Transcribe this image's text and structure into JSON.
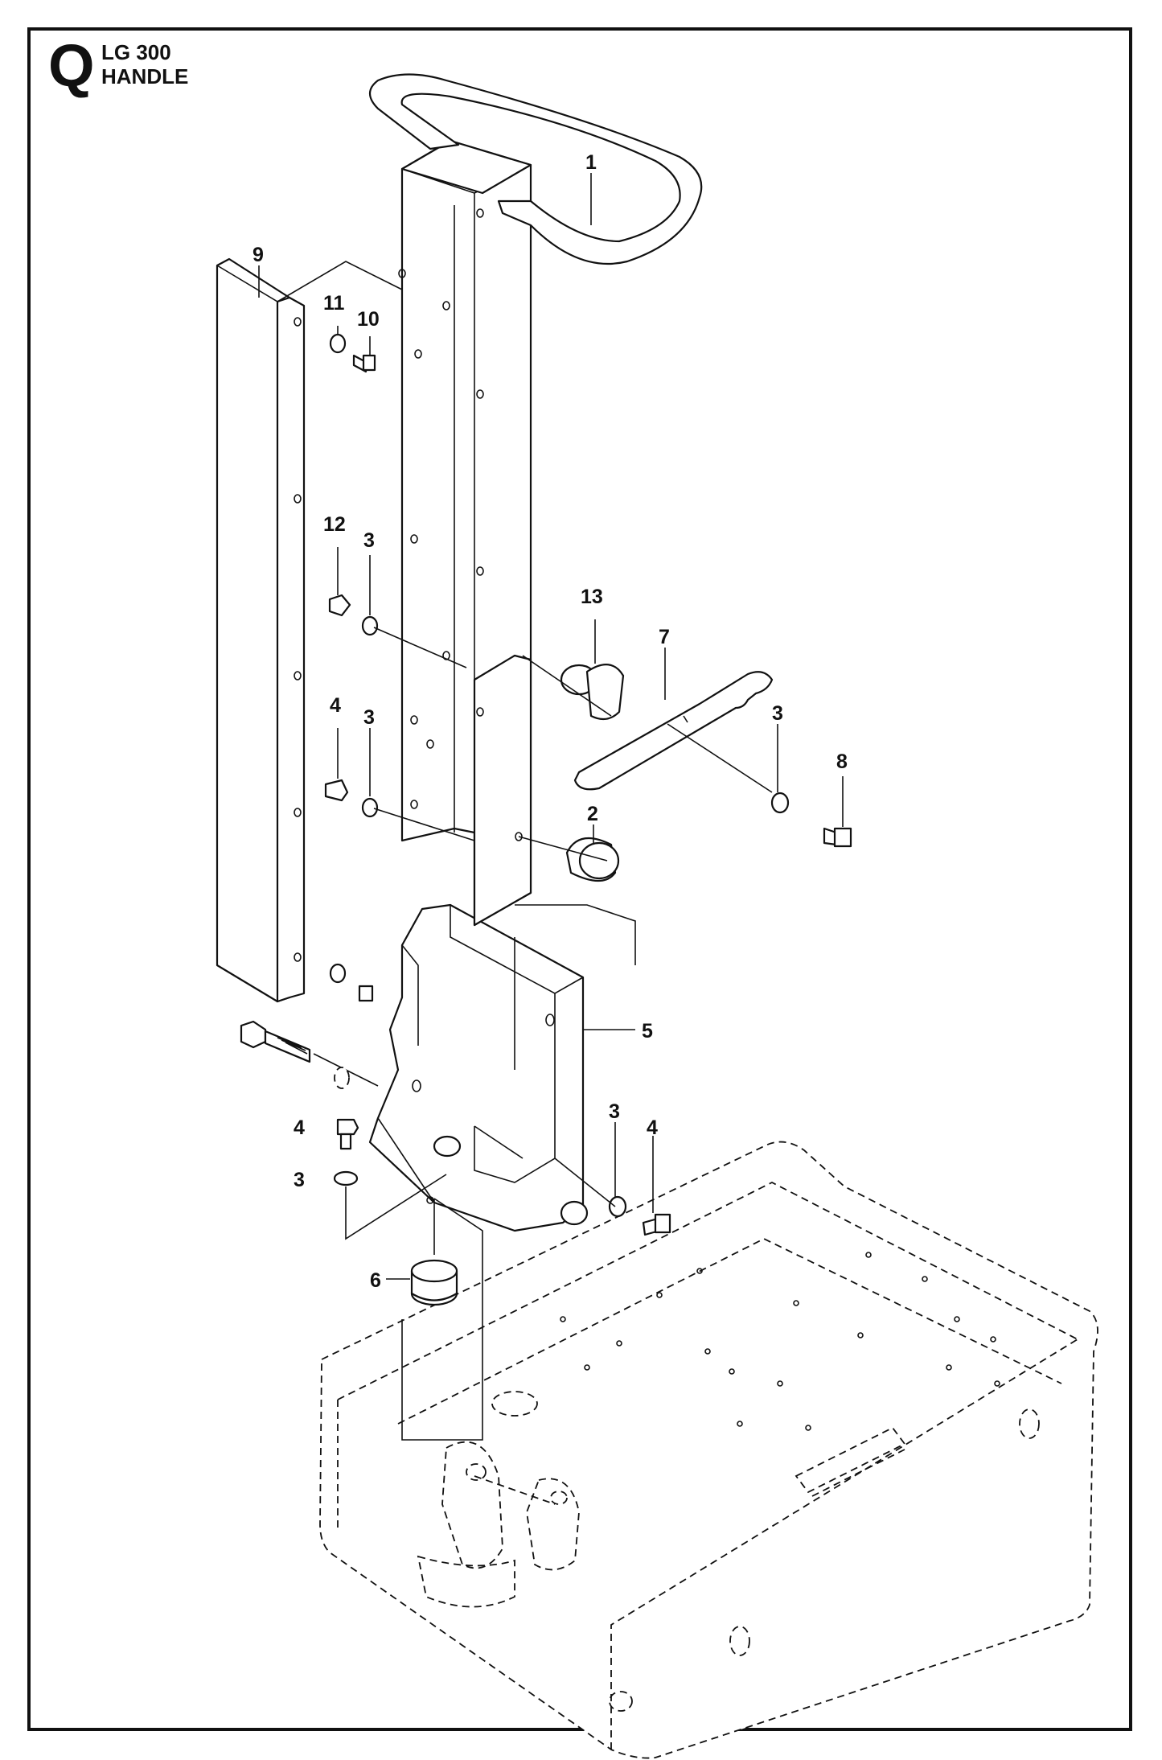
{
  "header": {
    "section_letter": "Q",
    "model": "LG 300",
    "title": "HANDLE"
  },
  "callouts": {
    "c1": "1",
    "c2": "2",
    "c3a": "3",
    "c3b": "3",
    "c3c": "3",
    "c3d": "3",
    "c3e": "3",
    "c4a": "4",
    "c4b": "4",
    "c4c": "4",
    "c5": "5",
    "c6": "6",
    "c7": "7",
    "c8": "8",
    "c9": "9",
    "c10": "10",
    "c11": "11",
    "c12": "12",
    "c13": "13"
  }
}
